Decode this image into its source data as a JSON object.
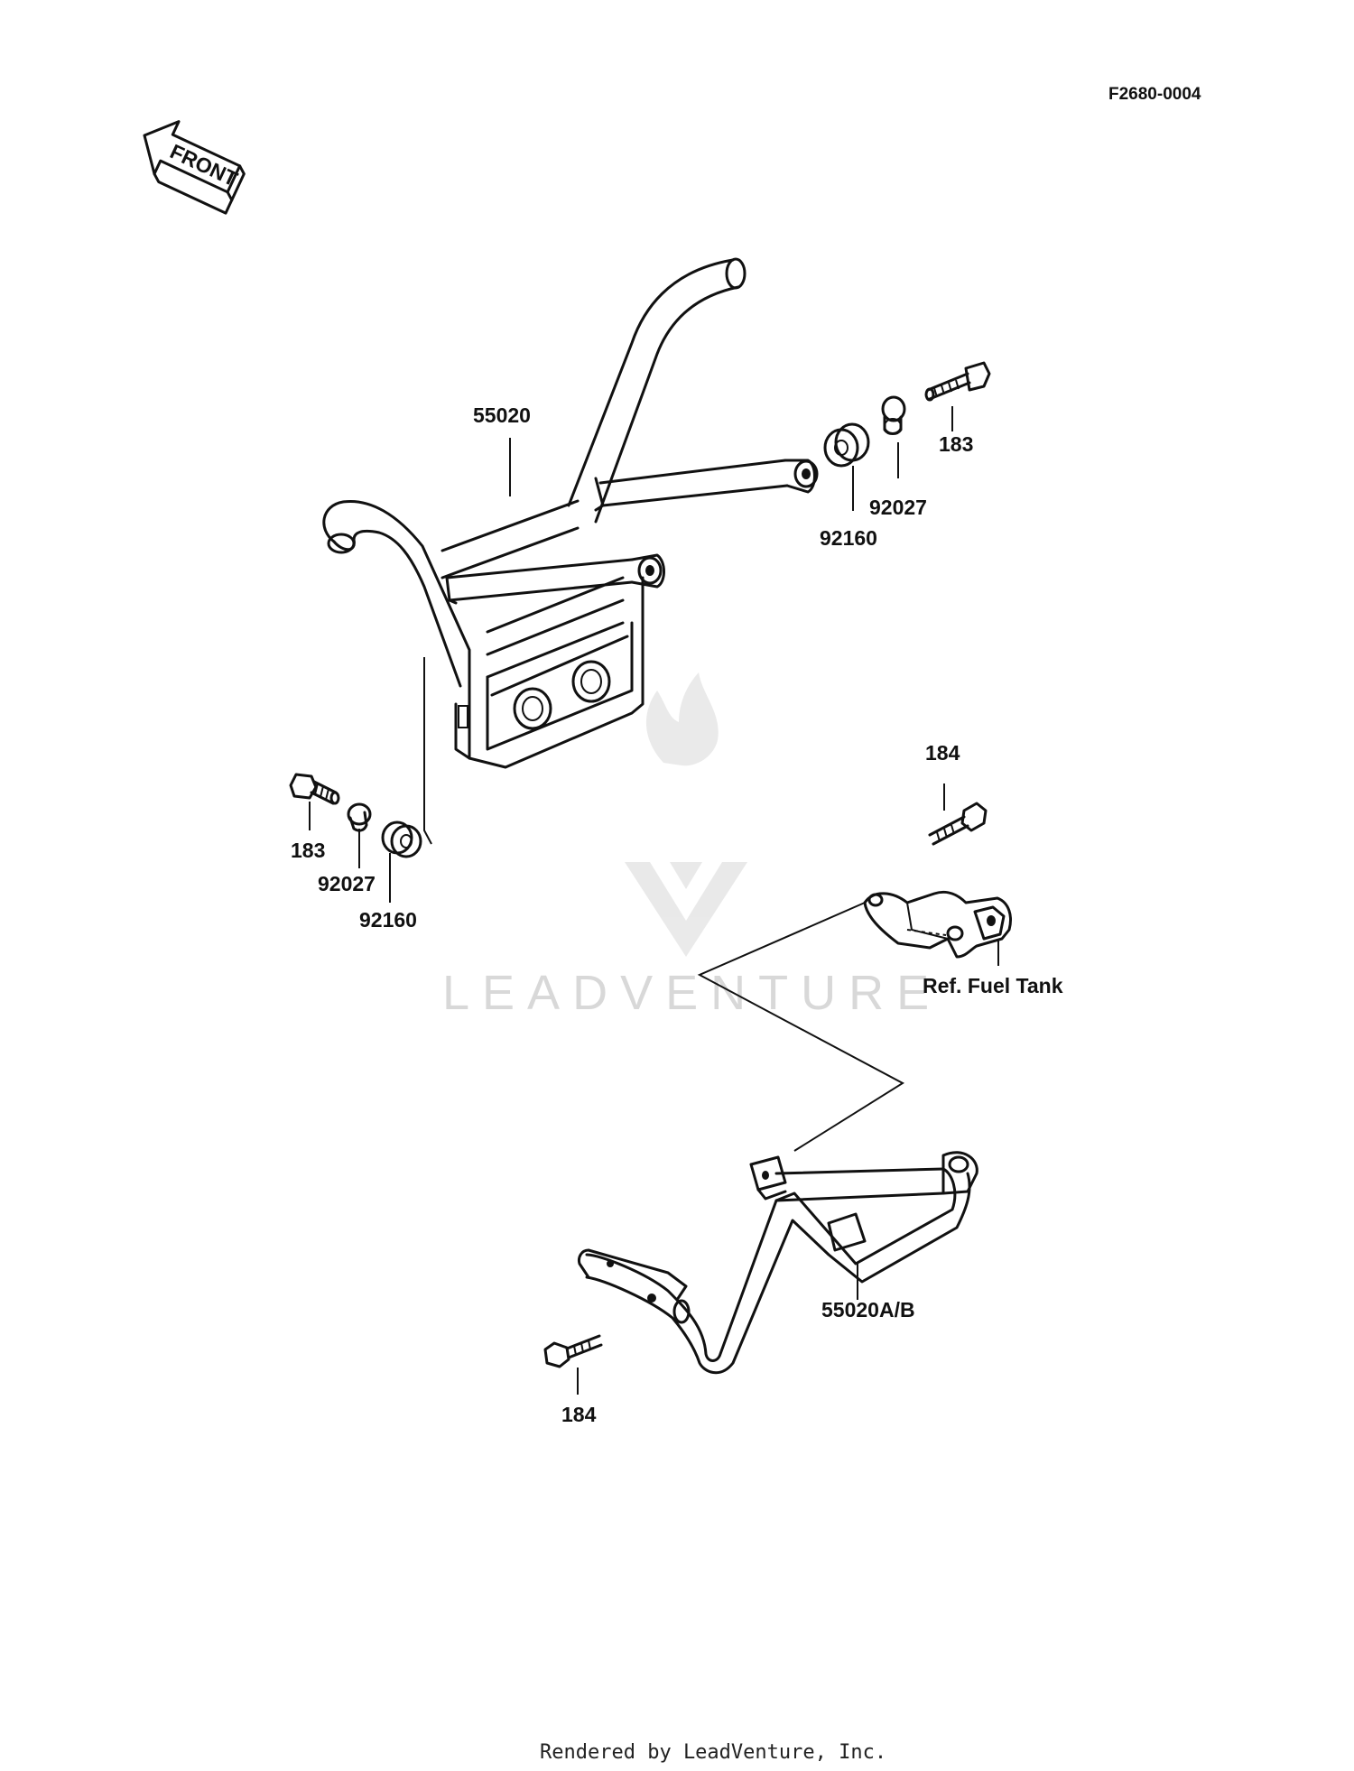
{
  "diagram_code": "F2680-0004",
  "front_arrow_label": "FRONT",
  "watermark": "LEADVENTURE",
  "footer": "Rendered by LeadVenture, Inc.",
  "callouts": {
    "guard_main": "55020",
    "bolt_right": "183",
    "collar_right": "92027",
    "grommet_right": "92160",
    "bolt_left": "183",
    "collar_left": "92027",
    "grommet_left": "92160",
    "bolt_bracket": "184",
    "fuel_tank_ref": "Ref. Fuel Tank",
    "guard_lower": "55020A/B",
    "bolt_lower": "184"
  },
  "icons": [
    "front-arrow-icon",
    "leadventure-logo-icon"
  ]
}
